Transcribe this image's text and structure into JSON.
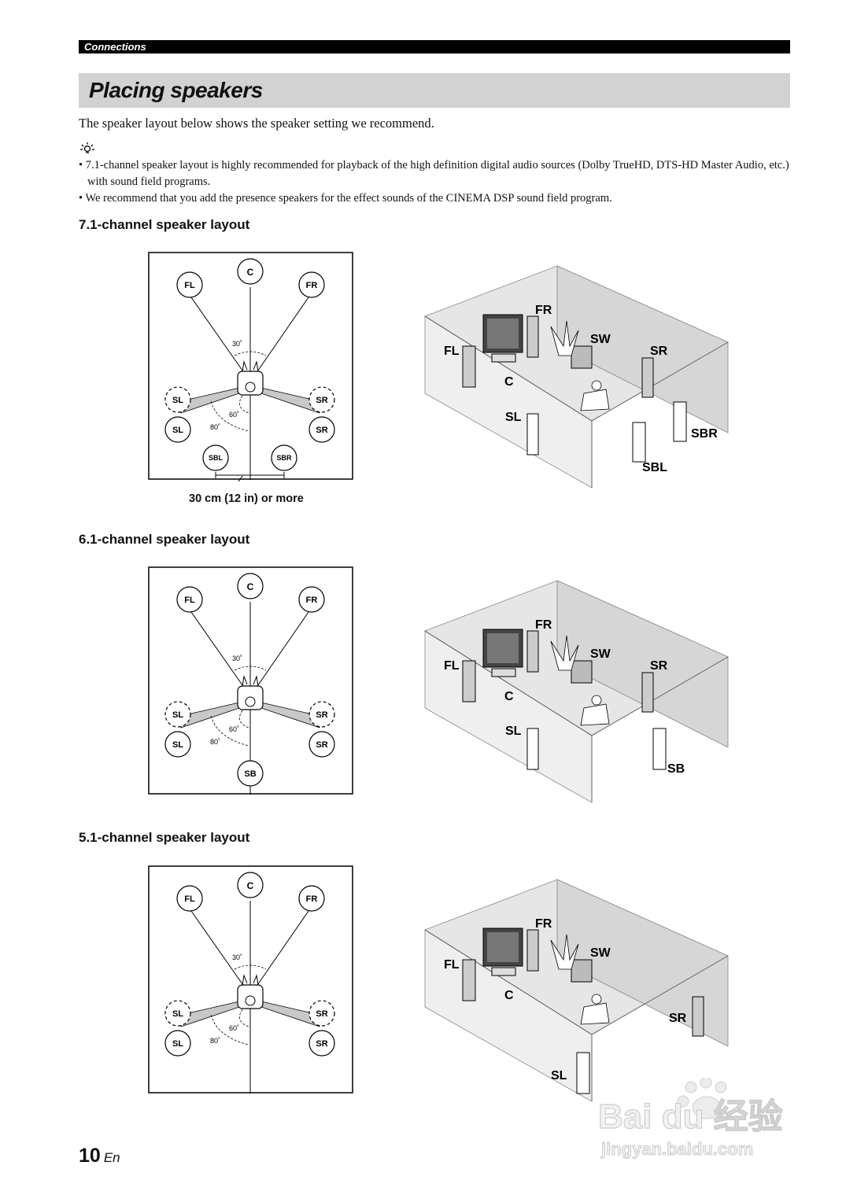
{
  "header": {
    "section": "Connections",
    "title": "Placing speakers"
  },
  "intro": "The speaker layout below shows the speaker setting we recommend.",
  "notes": [
    "• 7.1-channel speaker layout is highly recommended for playback of the high definition digital audio sources (Dolby TrueHD, DTS-HD Master Audio, etc.) with sound field programs.",
    "• We recommend that you add the presence speakers for the effect sounds of the CINEMA DSP sound field program."
  ],
  "layouts": [
    {
      "title": "7.1-channel speaker layout",
      "caption": "30 cm (12 in) or more",
      "back": [
        "SBL",
        "SBR"
      ],
      "room_back": [
        "SBR",
        "SBL"
      ]
    },
    {
      "title": "6.1-channel speaker layout",
      "back": [
        "SB"
      ],
      "room_back": [
        "SB"
      ]
    },
    {
      "title": "5.1-channel speaker layout"
    }
  ],
  "labels": {
    "fl": "FL",
    "c": "C",
    "fr": "FR",
    "sl": "SL",
    "sr": "SR",
    "sw": "SW",
    "angle_30": "30˚",
    "angle_60": "60˚",
    "angle_80": "80˚"
  },
  "footer": {
    "page": "10",
    "lang": "En"
  },
  "watermark": {
    "brand": "Bai du 经验",
    "url": "jingyan.baidu.com"
  }
}
